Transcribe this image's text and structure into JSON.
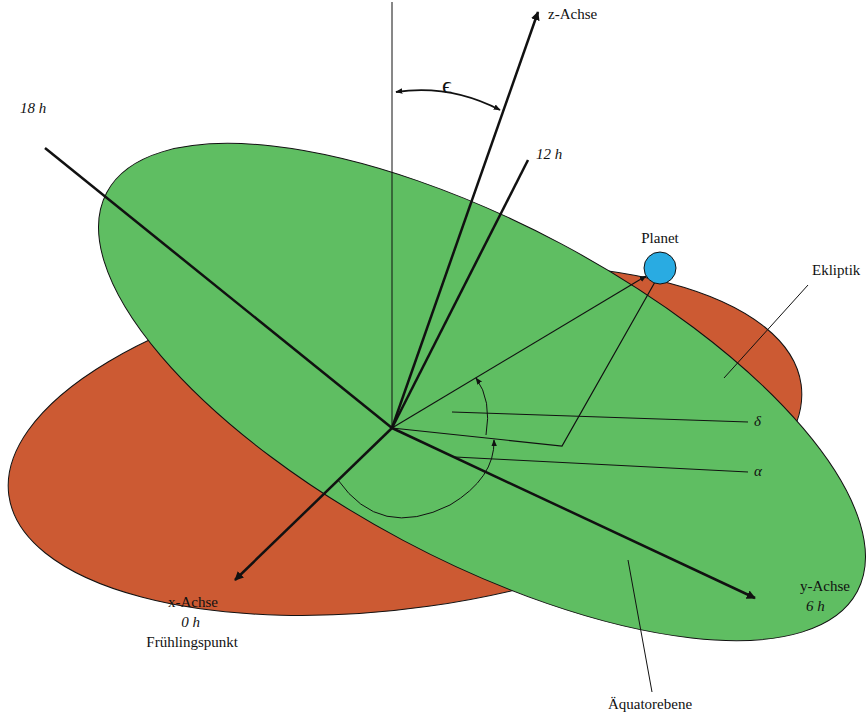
{
  "diagram": {
    "labels": [
      "z-Achse",
      "ϵ",
      "12 h",
      "18 h",
      "Planet",
      "Ekliptik",
      "δ",
      "α",
      "y-Achse",
      "6 h",
      "x-Achse",
      "0 h",
      "Frühlingspunkt",
      "Äquatorebene"
    ]
  }
}
